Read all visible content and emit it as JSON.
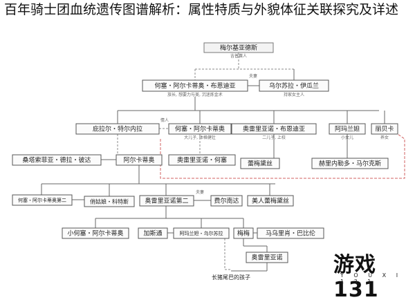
{
  "title": "百年骑士团血统遗传图谱解析：属性特质与外貌体征关联探究及详述",
  "watermark": {
    "main": "游戏131",
    "sub": "Y O U X I 1 3 1"
  },
  "nodes": [
    {
      "id": "root",
      "label": "梅尔基亚德斯",
      "note": "吉普赛人"
    },
    {
      "id": "jose_arcadio_buendia",
      "label": "何塞・阿尔卡蒂奥・布恩迪亚",
      "note": "族长, 想要力与美, 沉迷炼金术"
    },
    {
      "id": "ursula",
      "label": "乌尔苏拉・伊瓜兰",
      "note": "持家女主人"
    },
    {
      "id": "pilar",
      "label": "庇拉尔・特尔内拉",
      "note": ""
    },
    {
      "id": "jose_arcadio",
      "label": "何塞・阿尔卡蒂奥",
      "note": "大儿子, 体格健壮"
    },
    {
      "id": "aureliano",
      "label": "奥雷里亚诺・布恩迪亚",
      "note": "二儿子, 上校"
    },
    {
      "id": "amaranta",
      "label": "阿玛兰妲",
      "note": "小女儿"
    },
    {
      "id": "rebeca",
      "label": "丽贝卡",
      "note": "养女"
    },
    {
      "id": "santa_sofia",
      "label": "桑塔索菲亚・德拉・彼达",
      "note": ""
    },
    {
      "id": "arcadio",
      "label": "阿尔卡蒂奥",
      "note": ""
    },
    {
      "id": "aureliano_jose",
      "label": "奥雷里亚诺・何塞",
      "note": ""
    },
    {
      "id": "remedios_moscote",
      "label": "蕾梅黛丝",
      "note": ""
    },
    {
      "id": "pietro_crespi",
      "label": "赫里内勒多・马尔克斯",
      "note": ""
    },
    {
      "id": "jose_arcadio_ii",
      "label": "何塞・阿尔卡蒂奥第二",
      "note": ""
    },
    {
      "id": "remedios_bella",
      "label": "俏姑娘・科特斯",
      "note": ""
    },
    {
      "id": "aureliano_ii",
      "label": "奥雷里亚诺第二",
      "note": ""
    },
    {
      "id": "fernanda",
      "label": "费尔南达",
      "note": ""
    },
    {
      "id": "remedios_the_beauty",
      "label": "美人蕾梅黛丝",
      "note": ""
    },
    {
      "id": "jose_arcadio_son",
      "label": "小何塞・阿尔卡蒂奥",
      "note": ""
    },
    {
      "id": "gaston",
      "label": "加斯通",
      "note": ""
    },
    {
      "id": "amaranta_ursula",
      "label": "阿玛兰妲・乌尔苏拉",
      "note": ""
    },
    {
      "id": "meme",
      "label": "梅梅",
      "note": ""
    },
    {
      "id": "mauricio",
      "label": "马乌里肖・巴比伦",
      "note": ""
    },
    {
      "id": "aureliano_babilonia",
      "label": "奥雷里亚诺",
      "note": ""
    },
    {
      "id": "pig_tail",
      "label": "长猪尾巴的孩子",
      "note": ""
    }
  ],
  "edge_labels": {
    "couple": "夫妻",
    "affair": "情人"
  }
}
